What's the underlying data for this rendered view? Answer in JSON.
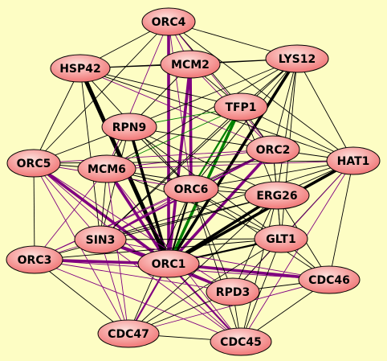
{
  "colors": {
    "background": "#fdfdc4",
    "node_fill_light": "#fde0dc",
    "node_fill_dark": "#f06f6f",
    "node_stroke": "#000000",
    "edge_black": "#000000",
    "edge_purple": "#800080",
    "edge_green": "#008000"
  },
  "nodes": [
    {
      "id": "ORC4",
      "label": "ORC4"
    },
    {
      "id": "HSP42",
      "label": "HSP42"
    },
    {
      "id": "MCM2",
      "label": "MCM2"
    },
    {
      "id": "LYS12",
      "label": "LYS12"
    },
    {
      "id": "TFP1",
      "label": "TFP1"
    },
    {
      "id": "RPN9",
      "label": "RPN9"
    },
    {
      "id": "ORC2",
      "label": "ORC2"
    },
    {
      "id": "ORC5",
      "label": "ORC5"
    },
    {
      "id": "MCM6",
      "label": "MCM6"
    },
    {
      "id": "HAT1",
      "label": "HAT1"
    },
    {
      "id": "ORC6",
      "label": "ORC6"
    },
    {
      "id": "ERG26",
      "label": "ERG26"
    },
    {
      "id": "GLT1",
      "label": "GLT1"
    },
    {
      "id": "SIN3",
      "label": "SIN3"
    },
    {
      "id": "ORC3",
      "label": "ORC3"
    },
    {
      "id": "ORC1",
      "label": "ORC1"
    },
    {
      "id": "CDC46",
      "label": "CDC46"
    },
    {
      "id": "RPD3",
      "label": "RPD3"
    },
    {
      "id": "CDC47",
      "label": "CDC47"
    },
    {
      "id": "CDC45",
      "label": "CDC45"
    }
  ],
  "edges": [
    {
      "source": "ORC1",
      "target": "LYS12",
      "color": "black",
      "weight": 3
    },
    {
      "source": "ORC1",
      "target": "MCM2",
      "color": "purple",
      "weight": 3
    },
    {
      "source": "ORC1",
      "target": "ORC4",
      "color": "purple",
      "weight": 3
    },
    {
      "source": "ORC1",
      "target": "HSP42",
      "color": "black",
      "weight": 3
    },
    {
      "source": "ORC1",
      "target": "TFP1",
      "color": "green",
      "weight": 3
    },
    {
      "source": "ORC1",
      "target": "RPN9",
      "color": "black",
      "weight": 3
    },
    {
      "source": "ORC1",
      "target": "ORC2",
      "color": "purple",
      "weight": 3
    },
    {
      "source": "ORC1",
      "target": "HAT1",
      "color": "black",
      "weight": 3
    },
    {
      "source": "ORC1",
      "target": "ERG26",
      "color": "black",
      "weight": 3
    },
    {
      "source": "ORC1",
      "target": "ORC5",
      "color": "purple",
      "weight": 3
    },
    {
      "source": "ORC1",
      "target": "MCM6",
      "color": "purple",
      "weight": 3
    },
    {
      "source": "ORC1",
      "target": "ORC3",
      "color": "purple",
      "weight": 3
    },
    {
      "source": "ORC1",
      "target": "SIN3",
      "color": "purple",
      "weight": 3
    },
    {
      "source": "ORC1",
      "target": "CDC46",
      "color": "purple",
      "weight": 3
    },
    {
      "source": "ORC1",
      "target": "CDC47",
      "color": "purple",
      "weight": 2
    },
    {
      "source": "ORC1",
      "target": "CDC45",
      "color": "purple",
      "weight": 2
    },
    {
      "source": "ORC1",
      "target": "RPD3",
      "color": "purple",
      "weight": 2
    },
    {
      "source": "ORC1",
      "target": "GLT1",
      "color": "black",
      "weight": 2
    },
    {
      "source": "ORC1",
      "target": "ORC6",
      "color": "black",
      "weight": 2
    },
    {
      "source": "MCM2",
      "target": "LYS12",
      "color": "black",
      "weight": 1
    },
    {
      "source": "MCM2",
      "target": "ORC4",
      "color": "purple",
      "weight": 1
    },
    {
      "source": "MCM2",
      "target": "HSP42",
      "color": "black",
      "weight": 1
    },
    {
      "source": "MCM2",
      "target": "ORC6",
      "color": "purple",
      "weight": 3
    },
    {
      "source": "MCM2",
      "target": "TFP1",
      "color": "black",
      "weight": 1
    },
    {
      "source": "MCM2",
      "target": "ORC2",
      "color": "purple",
      "weight": 1
    },
    {
      "source": "MCM2",
      "target": "RPN9",
      "color": "black",
      "weight": 1
    },
    {
      "source": "HSP42",
      "target": "ORC4",
      "color": "black",
      "weight": 1
    },
    {
      "source": "HSP42",
      "target": "LYS12",
      "color": "black",
      "weight": 1
    },
    {
      "source": "HSP42",
      "target": "ORC5",
      "color": "black",
      "weight": 1
    },
    {
      "source": "HSP42",
      "target": "ORC6",
      "color": "black",
      "weight": 1
    },
    {
      "source": "HSP42",
      "target": "ORC2",
      "color": "purple",
      "weight": 1
    },
    {
      "source": "HSP42",
      "target": "TFP1",
      "color": "black",
      "weight": 1
    },
    {
      "source": "HSP42",
      "target": "ORC1",
      "color": "black",
      "weight": 4
    },
    {
      "source": "HSP42",
      "target": "SIN3",
      "color": "black",
      "weight": 1
    },
    {
      "source": "HSP42",
      "target": "HAT1",
      "color": "black",
      "weight": 1
    },
    {
      "source": "ORC4",
      "target": "LYS12",
      "color": "black",
      "weight": 1
    },
    {
      "source": "ORC4",
      "target": "TFP1",
      "color": "black",
      "weight": 1
    },
    {
      "source": "ORC4",
      "target": "ORC5",
      "color": "black",
      "weight": 1
    },
    {
      "source": "ORC4",
      "target": "ORC2",
      "color": "purple",
      "weight": 1
    },
    {
      "source": "ORC4",
      "target": "HAT1",
      "color": "black",
      "weight": 1
    },
    {
      "source": "ORC4",
      "target": "ORC6",
      "color": "purple",
      "weight": 1
    },
    {
      "source": "ORC4",
      "target": "MCM6",
      "color": "purple",
      "weight": 1
    },
    {
      "source": "LYS12",
      "target": "TFP1",
      "color": "black",
      "weight": 1
    },
    {
      "source": "LYS12",
      "target": "HAT1",
      "color": "black",
      "weight": 1
    },
    {
      "source": "LYS12",
      "target": "ORC2",
      "color": "black",
      "weight": 1
    },
    {
      "source": "LYS12",
      "target": "ORC6",
      "color": "black",
      "weight": 1
    },
    {
      "source": "LYS12",
      "target": "ERG26",
      "color": "black",
      "weight": 1
    },
    {
      "source": "LYS12",
      "target": "MCM6",
      "color": "black",
      "weight": 1
    },
    {
      "source": "LYS12",
      "target": "RPN9",
      "color": "black",
      "weight": 1
    },
    {
      "source": "LYS12",
      "target": "GLT1",
      "color": "black",
      "weight": 1
    },
    {
      "source": "LYS12",
      "target": "SIN3",
      "color": "black",
      "weight": 1
    },
    {
      "source": "TFP1",
      "target": "ORC6",
      "color": "green",
      "weight": 2
    },
    {
      "source": "TFP1",
      "target": "RPN9",
      "color": "green",
      "weight": 1
    },
    {
      "source": "TFP1",
      "target": "ORC2",
      "color": "black",
      "weight": 1
    },
    {
      "source": "TFP1",
      "target": "MCM6",
      "color": "green",
      "weight": 1
    },
    {
      "source": "TFP1",
      "target": "ERG26",
      "color": "black",
      "weight": 1
    },
    {
      "source": "TFP1",
      "target": "HAT1",
      "color": "black",
      "weight": 1
    },
    {
      "source": "TFP1",
      "target": "SIN3",
      "color": "black",
      "weight": 1
    },
    {
      "source": "RPN9",
      "target": "ORC6",
      "color": "black",
      "weight": 1
    },
    {
      "source": "RPN9",
      "target": "MCM6",
      "color": "black",
      "weight": 1
    },
    {
      "source": "RPN9",
      "target": "ORC5",
      "color": "black",
      "weight": 1
    },
    {
      "source": "RPN9",
      "target": "ORC2",
      "color": "black",
      "weight": 1
    },
    {
      "source": "RPN9",
      "target": "SIN3",
      "color": "black",
      "weight": 1
    },
    {
      "source": "RPN9",
      "target": "ERG26",
      "color": "black",
      "weight": 1
    },
    {
      "source": "RPN9",
      "target": "GLT1",
      "color": "black",
      "weight": 1
    },
    {
      "source": "ORC2",
      "target": "ORC6",
      "color": "black",
      "weight": 1
    },
    {
      "source": "ORC2",
      "target": "HAT1",
      "color": "black",
      "weight": 1
    },
    {
      "source": "ORC2",
      "target": "ERG26",
      "color": "black",
      "weight": 1
    },
    {
      "source": "ORC2",
      "target": "MCM6",
      "color": "purple",
      "weight": 1
    },
    {
      "source": "ORC2",
      "target": "SIN3",
      "color": "purple",
      "weight": 2
    },
    {
      "source": "ORC2",
      "target": "GLT1",
      "color": "black",
      "weight": 1
    },
    {
      "source": "ORC2",
      "target": "ORC5",
      "color": "purple",
      "weight": 1
    },
    {
      "source": "ORC2",
      "target": "ORC3",
      "color": "purple",
      "weight": 1
    },
    {
      "source": "ORC5",
      "target": "MCM6",
      "color": "black",
      "weight": 1
    },
    {
      "source": "ORC5",
      "target": "ORC6",
      "color": "purple",
      "weight": 1
    },
    {
      "source": "ORC5",
      "target": "SIN3",
      "color": "purple",
      "weight": 1
    },
    {
      "source": "ORC5",
      "target": "ORC3",
      "color": "black",
      "weight": 1
    },
    {
      "source": "ORC5",
      "target": "CDC47",
      "color": "purple",
      "weight": 1
    },
    {
      "source": "ORC5",
      "target": "CDC45",
      "color": "purple",
      "weight": 1
    },
    {
      "source": "ORC5",
      "target": "RPD3",
      "color": "purple",
      "weight": 1
    },
    {
      "source": "ORC5",
      "target": "HAT1",
      "color": "black",
      "weight": 1
    },
    {
      "source": "MCM6",
      "target": "ORC6",
      "color": "black",
      "weight": 1
    },
    {
      "source": "MCM6",
      "target": "HAT1",
      "color": "purple",
      "weight": 1
    },
    {
      "source": "MCM6",
      "target": "ERG26",
      "color": "black",
      "weight": 1
    },
    {
      "source": "MCM6",
      "target": "SIN3",
      "color": "black",
      "weight": 1
    },
    {
      "source": "MCM6",
      "target": "ORC3",
      "color": "purple",
      "weight": 1
    },
    {
      "source": "MCM6",
      "target": "CDC47",
      "color": "purple",
      "weight": 1
    },
    {
      "source": "MCM6",
      "target": "CDC45",
      "color": "purple",
      "weight": 1
    },
    {
      "source": "MCM6",
      "target": "GLT1",
      "color": "black",
      "weight": 1
    },
    {
      "source": "ORC6",
      "target": "HAT1",
      "color": "black",
      "weight": 1
    },
    {
      "source": "ORC6",
      "target": "ERG26",
      "color": "black",
      "weight": 1
    },
    {
      "source": "ORC6",
      "target": "GLT1",
      "color": "black",
      "weight": 1
    },
    {
      "source": "ORC6",
      "target": "SIN3",
      "color": "purple",
      "weight": 1
    },
    {
      "source": "ORC6",
      "target": "ORC3",
      "color": "purple",
      "weight": 1
    },
    {
      "source": "ORC6",
      "target": "CDC46",
      "color": "black",
      "weight": 1
    },
    {
      "source": "ORC6",
      "target": "RPD3",
      "color": "black",
      "weight": 1
    },
    {
      "source": "ORC6",
      "target": "CDC45",
      "color": "black",
      "weight": 1
    },
    {
      "source": "ORC6",
      "target": "CDC47",
      "color": "black",
      "weight": 1
    },
    {
      "source": "HAT1",
      "target": "ERG26",
      "color": "black",
      "weight": 1
    },
    {
      "source": "HAT1",
      "target": "GLT1",
      "color": "black",
      "weight": 1
    },
    {
      "source": "HAT1",
      "target": "CDC46",
      "color": "black",
      "weight": 1
    },
    {
      "source": "HAT1",
      "target": "RPD3",
      "color": "purple",
      "weight": 1
    },
    {
      "source": "HAT1",
      "target": "SIN3",
      "color": "black",
      "weight": 1
    },
    {
      "source": "HAT1",
      "target": "CDC45",
      "color": "purple",
      "weight": 1
    },
    {
      "source": "ERG26",
      "target": "GLT1",
      "color": "black",
      "weight": 1
    },
    {
      "source": "ERG26",
      "target": "SIN3",
      "color": "black",
      "weight": 1
    },
    {
      "source": "ERG26",
      "target": "CDC46",
      "color": "black",
      "weight": 1
    },
    {
      "source": "ERG26",
      "target": "RPD3",
      "color": "black",
      "weight": 1
    },
    {
      "source": "ERG26",
      "target": "CDC45",
      "color": "black",
      "weight": 1
    },
    {
      "source": "ERG26",
      "target": "CDC47",
      "color": "black",
      "weight": 1
    },
    {
      "source": "ERG26",
      "target": "ORC3",
      "color": "black",
      "weight": 1
    },
    {
      "source": "GLT1",
      "target": "SIN3",
      "color": "black",
      "weight": 1
    },
    {
      "source": "GLT1",
      "target": "CDC46",
      "color": "black",
      "weight": 1
    },
    {
      "source": "GLT1",
      "target": "RPD3",
      "color": "black",
      "weight": 1
    },
    {
      "source": "GLT1",
      "target": "CDC45",
      "color": "black",
      "weight": 1
    },
    {
      "source": "GLT1",
      "target": "CDC47",
      "color": "black",
      "weight": 1
    },
    {
      "source": "GLT1",
      "target": "ORC3",
      "color": "black",
      "weight": 1
    },
    {
      "source": "SIN3",
      "target": "ORC3",
      "color": "purple",
      "weight": 1
    },
    {
      "source": "SIN3",
      "target": "RPD3",
      "color": "purple",
      "weight": 2
    },
    {
      "source": "SIN3",
      "target": "CDC47",
      "color": "purple",
      "weight": 1
    },
    {
      "source": "SIN3",
      "target": "CDC45",
      "color": "purple",
      "weight": 1
    },
    {
      "source": "SIN3",
      "target": "CDC46",
      "color": "purple",
      "weight": 1
    },
    {
      "source": "ORC3",
      "target": "CDC47",
      "color": "black",
      "weight": 1
    },
    {
      "source": "ORC3",
      "target": "CDC45",
      "color": "purple",
      "weight": 1
    },
    {
      "source": "ORC3",
      "target": "RPD3",
      "color": "purple",
      "weight": 1
    },
    {
      "source": "ORC3",
      "target": "CDC46",
      "color": "purple",
      "weight": 1
    },
    {
      "source": "RPD3",
      "target": "CDC46",
      "color": "black",
      "weight": 1
    },
    {
      "source": "RPD3",
      "target": "CDC45",
      "color": "black",
      "weight": 1
    },
    {
      "source": "RPD3",
      "target": "CDC47",
      "color": "black",
      "weight": 1
    },
    {
      "source": "CDC45",
      "target": "CDC47",
      "color": "black",
      "weight": 1
    },
    {
      "source": "CDC45",
      "target": "CDC46",
      "color": "black",
      "weight": 1
    },
    {
      "source": "CDC47",
      "target": "CDC46",
      "color": "purple",
      "weight": 1
    }
  ]
}
